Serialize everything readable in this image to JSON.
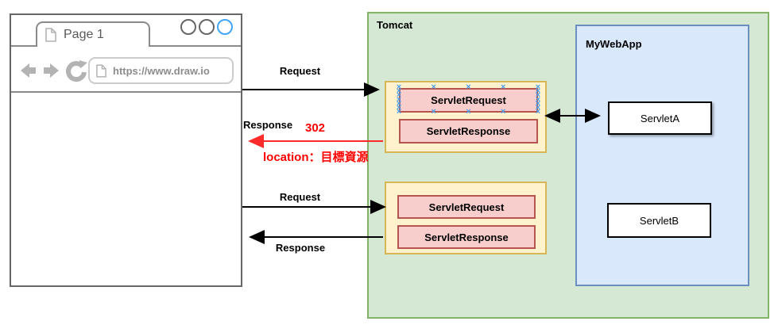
{
  "browser": {
    "tab": {
      "label": "Page 1"
    },
    "url_bar": {
      "value": "https://www.draw.io"
    },
    "window_controls": {
      "count": 3,
      "active_color": "#42a5f5"
    }
  },
  "tomcat": {
    "label": "Tomcat",
    "webapp": {
      "label": "MyWebApp",
      "servlet_a": "ServletA",
      "servlet_b": "ServletB"
    },
    "request_group_top": {
      "servlet_request": "ServletRequest",
      "servlet_response": "ServletResponse",
      "servlet_request_selected": true
    },
    "request_group_bottom": {
      "servlet_request": "ServletRequest",
      "servlet_response": "ServletResponse"
    }
  },
  "flows": {
    "request_top": "Request",
    "response_top": "Response",
    "status_code": "302",
    "location": "location：目標資源",
    "request_bottom": "Request",
    "response_bottom": "Response"
  },
  "selection": {
    "glyph": "×",
    "color": "#4d9ee8"
  },
  "colors": {
    "tomcat_fill": "#d5e8d4",
    "tomcat_stroke": "#82b366",
    "webapp_fill": "#dae8fc",
    "webapp_stroke": "#6c8ebf",
    "group_fill": "#fff2cc",
    "group_stroke": "#d6b656",
    "servlet_fill": "#f8cecc",
    "servlet_stroke": "#b85450",
    "redirect_red": "#ff0000",
    "arrow_black": "#000000",
    "chrome_gray": "#666666",
    "muted_gray": "#b3b3b3"
  }
}
